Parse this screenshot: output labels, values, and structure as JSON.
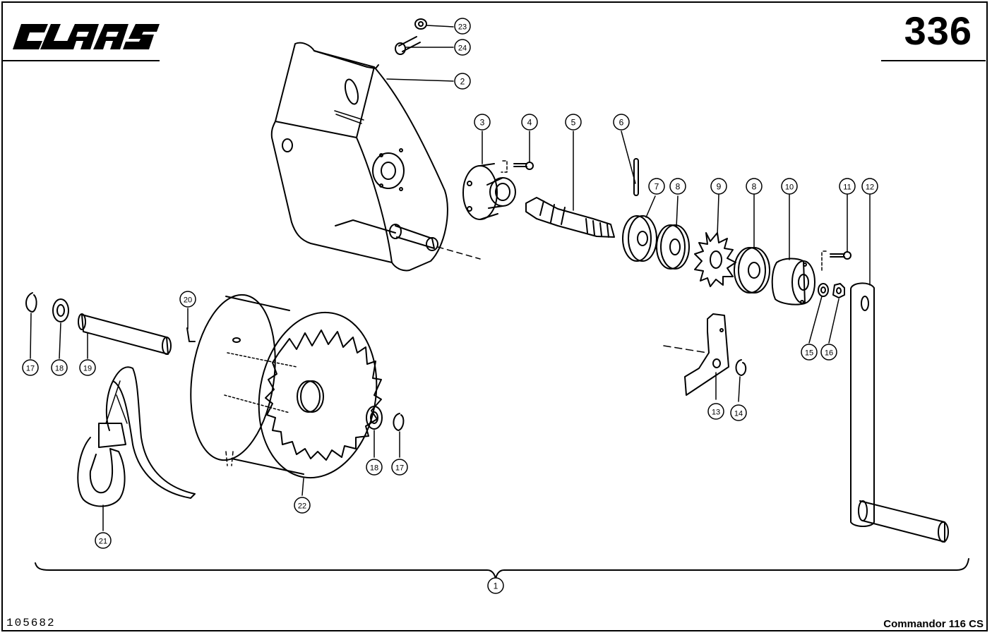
{
  "header": {
    "brand": "CLAAS",
    "page_number": "336"
  },
  "footer": {
    "drawing_number": "105682",
    "model": "Commandor 116 CS"
  },
  "callouts": [
    {
      "id": "23",
      "part": "washer"
    },
    {
      "id": "24",
      "part": "bolt"
    },
    {
      "id": "2",
      "part": "winch-bracket"
    },
    {
      "id": "3",
      "part": "flanged-bushing"
    },
    {
      "id": "4",
      "part": "screw"
    },
    {
      "id": "5",
      "part": "drive-shaft"
    },
    {
      "id": "6",
      "part": "pin"
    },
    {
      "id": "7",
      "part": "thick-washer"
    },
    {
      "id": "8",
      "part": "washer"
    },
    {
      "id": "9",
      "part": "ratchet-gear"
    },
    {
      "id": "8",
      "part": "washer"
    },
    {
      "id": "10",
      "part": "hub"
    },
    {
      "id": "11",
      "part": "screw"
    },
    {
      "id": "12",
      "part": "crank-handle"
    },
    {
      "id": "15",
      "part": "washer"
    },
    {
      "id": "16",
      "part": "nut"
    },
    {
      "id": "13",
      "part": "pawl"
    },
    {
      "id": "14",
      "part": "circlip"
    },
    {
      "id": "17",
      "part": "circlip"
    },
    {
      "id": "18",
      "part": "washer"
    },
    {
      "id": "19",
      "part": "axle"
    },
    {
      "id": "20",
      "part": "pin"
    },
    {
      "id": "22",
      "part": "cable-drum"
    },
    {
      "id": "18",
      "part": "washer"
    },
    {
      "id": "17",
      "part": "circlip"
    },
    {
      "id": "21",
      "part": "hook-with-strap"
    },
    {
      "id": "1",
      "part": "complete-winch-assembly"
    }
  ]
}
